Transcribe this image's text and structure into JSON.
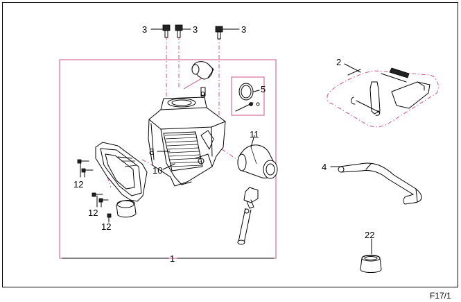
{
  "diagram": {
    "page_ref": "F17/1",
    "callouts": {
      "c1": "1",
      "c2": "2",
      "c3a": "3",
      "c3b": "3",
      "c3c": "3",
      "c4": "4",
      "c5": "5",
      "c8": "8",
      "c9": "9",
      "c10": "10",
      "c11": "11",
      "c12a": "12",
      "c12b": "12",
      "c12c": "12",
      "c22": "22"
    },
    "colors": {
      "outline": "#000000",
      "assembly_box": "#d0508a",
      "background": "#ffffff"
    }
  }
}
